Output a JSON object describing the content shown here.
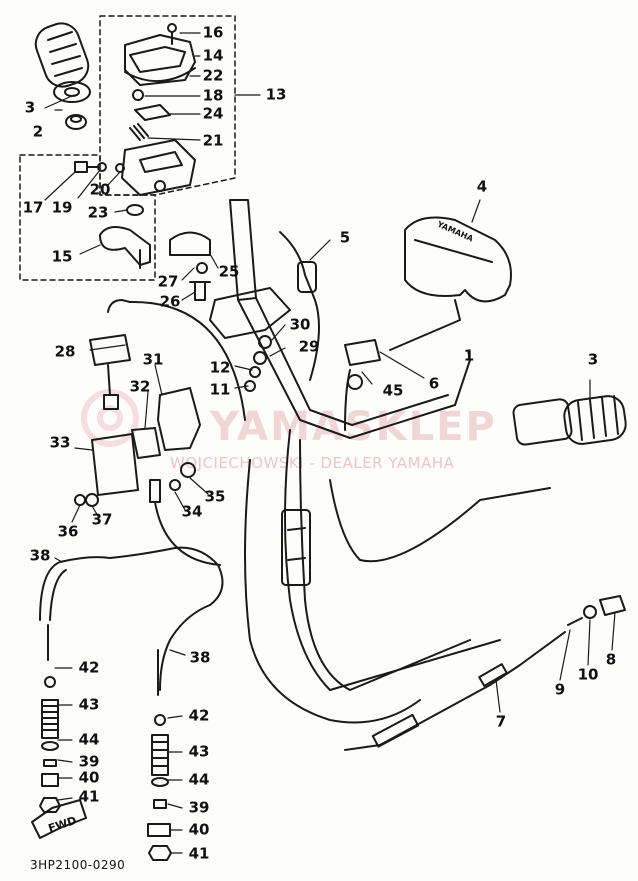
{
  "watermark": {
    "brand": "YAMASKLEP",
    "tagline": "WOJCIECHOWSKI - DEALER YAMAHA"
  },
  "diagram_code": "3HP2100-0290",
  "fwd_label": "FWD",
  "housing_text": "YAMAHA",
  "callouts": [
    "16",
    "14",
    "22",
    "18",
    "24",
    "21",
    "13",
    "3",
    "2",
    "17",
    "19",
    "20",
    "23",
    "15",
    "27",
    "25",
    "26",
    "4",
    "5",
    "30",
    "29",
    "12",
    "11",
    "28",
    "31",
    "32",
    "33",
    "34",
    "35",
    "36",
    "37",
    "45",
    "6",
    "1",
    "3",
    "38",
    "38",
    "42",
    "43",
    "44",
    "39",
    "40",
    "41",
    "42",
    "43",
    "44",
    "39",
    "40",
    "41",
    "9",
    "10",
    "8",
    "7"
  ],
  "colors": {
    "ink": "#1a1a1a",
    "watermark": "#e9b8b8",
    "paper": "#fdfdfb"
  }
}
